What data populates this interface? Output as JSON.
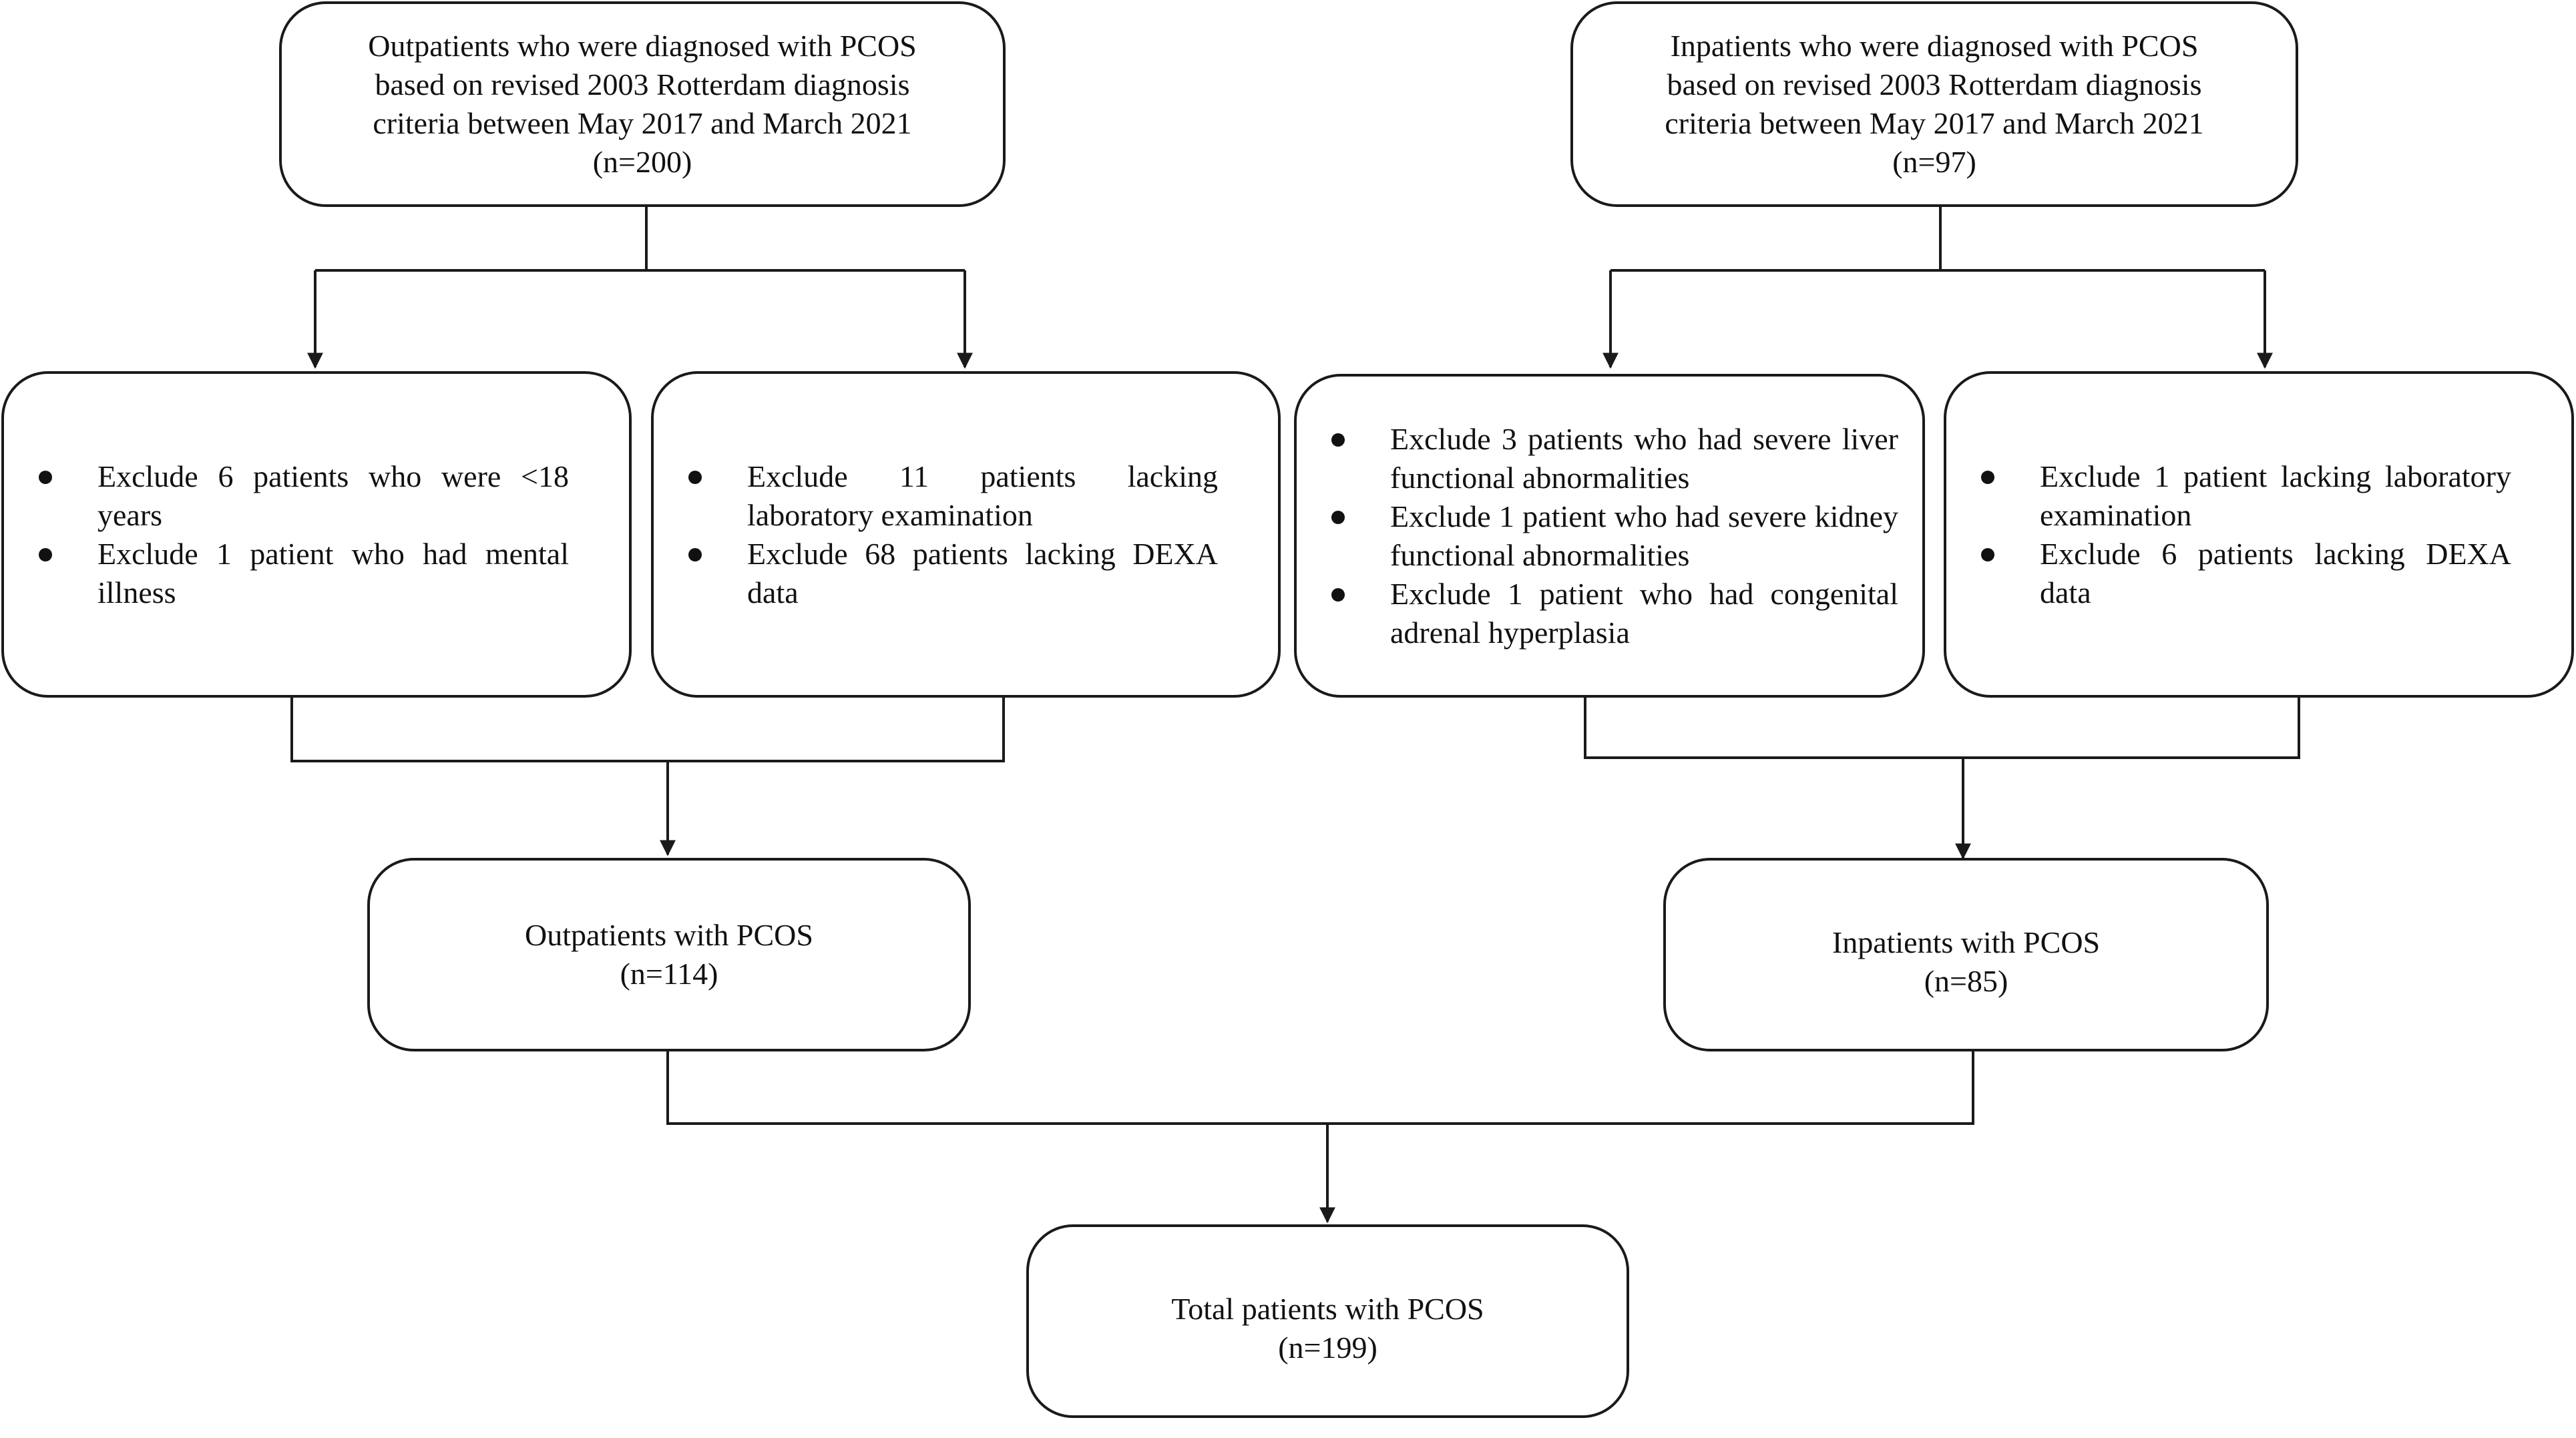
{
  "top": {
    "outpatients": {
      "lines": [
        "Outpatients who were diagnosed with PCOS",
        "based on revised 2003 Rotterdam diagnosis",
        "criteria between May 2017 and March 2021",
        "(n=200)"
      ]
    },
    "inpatients": {
      "lines": [
        "Inpatients who were diagnosed with PCOS",
        "based on revised 2003 Rotterdam diagnosis",
        "criteria between May 2017 and March 2021",
        "(n=97)"
      ]
    }
  },
  "exclusions": {
    "outpatient_left": [
      "Exclude 6 patients who were <18 years",
      "Exclude 1 patient who had mental illness"
    ],
    "outpatient_right": [
      "Exclude 11 patients lacking laboratory examination",
      "Exclude 68 patients lacking DEXA data"
    ],
    "inpatient_left": [
      "Exclude 3 patients who had severe liver functional abnormalities",
      "Exclude 1 patient who had severe kidney functional abnormalities",
      "Exclude 1 patient who had congenital adrenal hyperplasia"
    ],
    "inpatient_right": [
      "Exclude 1 patient lacking laboratory examination",
      "Exclude 6 patients lacking DEXA data"
    ]
  },
  "middle": {
    "outpatients": {
      "label": "Outpatients with PCOS",
      "count": "(n=114)"
    },
    "inpatients": {
      "label": "Inpatients with PCOS",
      "count": "(n=85)"
    }
  },
  "total": {
    "label": "Total patients with PCOS",
    "count": "(n=199)"
  },
  "colors": {
    "line": "#1a1a1a",
    "background": "#ffffff",
    "text": "#111111"
  }
}
